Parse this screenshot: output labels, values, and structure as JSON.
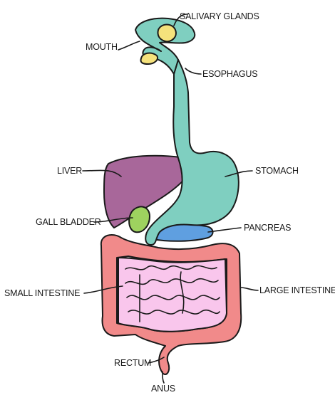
{
  "labels": {
    "salivary_glands": "SALIVARY GLANDS",
    "mouth": "MOUTH",
    "esophagus": "ESOPHAGUS",
    "liver": "LIVER",
    "stomach": "STOMACH",
    "gall_bladder": "GALL BLADDER",
    "pancreas": "PANCREAS",
    "small_intestine": "SMALL INTESTINE",
    "large_intestine": "LARGE INTESTINE",
    "rectum": "RECTUM",
    "anus": "ANUS"
  },
  "colors": {
    "teal": "#7fcfc0",
    "purple": "#a8679a",
    "green": "#9ed25f",
    "blue": "#5f9fe0",
    "salmon": "#f18a8a",
    "pink": "#f9c6ec",
    "yellow": "#f5e27c",
    "outline": "#1a1a1a"
  }
}
